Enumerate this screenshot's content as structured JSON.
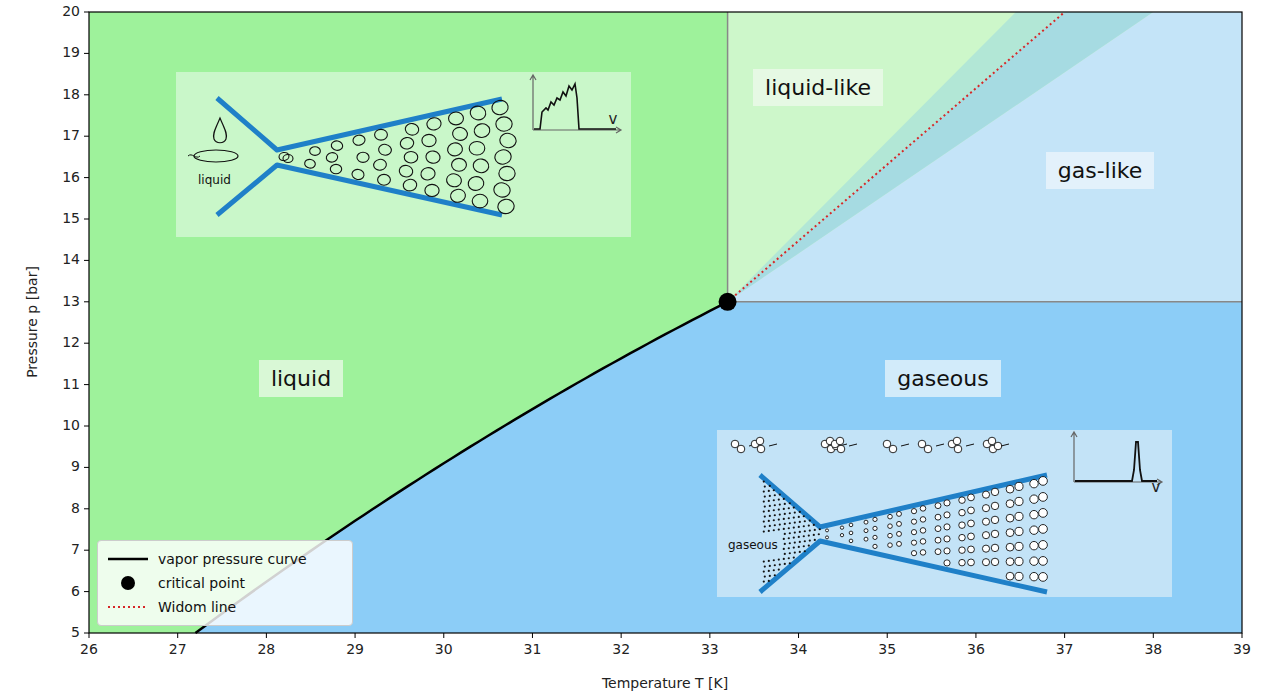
{
  "diagram": {
    "nodes": [
      {
        "text": [
          "liquid"
        ]
      },
      {
        "text": [
          "liquid-like"
        ]
      },
      {
        "text": [
          "gas-like"
        ]
      },
      {
        "text": [
          "liquid"
        ]
      },
      {
        "text": [
          "gaseous"
        ]
      },
      {
        "text": [
          "gaseous"
        ]
      }
    ],
    "labels": [
      "Pressure p [bar]",
      "Temperature T [K]",
      "5",
      "6",
      "7",
      "8",
      "9",
      "10",
      "11",
      "12",
      "13",
      "14",
      "15",
      "16",
      "17",
      "18",
      "19",
      "20",
      "26",
      "27",
      "28",
      "29",
      "30",
      "31",
      "32",
      "33",
      "34",
      "35",
      "36",
      "37",
      "38",
      "39",
      "v",
      "v"
    ],
    "legend": [
      {
        "text": "vapor pressure curve"
      },
      {
        "text": "critical point"
      },
      {
        "text": "Widom line"
      }
    ]
  }
}
